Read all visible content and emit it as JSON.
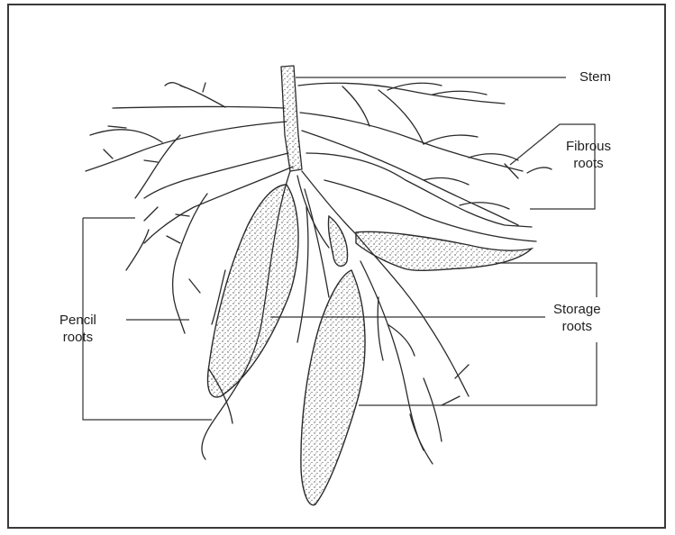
{
  "colors": {
    "ink": "#2a2a2a",
    "leader": "#333333",
    "frame": "#3a3a3a"
  },
  "labels": {
    "stem": "Stem",
    "fibrous": {
      "line1": "Fibrous",
      "line2": "roots"
    },
    "pencil": {
      "line1": "Pencil",
      "line2": "roots"
    },
    "storage": {
      "line1": "Storage",
      "line2": "roots"
    }
  }
}
